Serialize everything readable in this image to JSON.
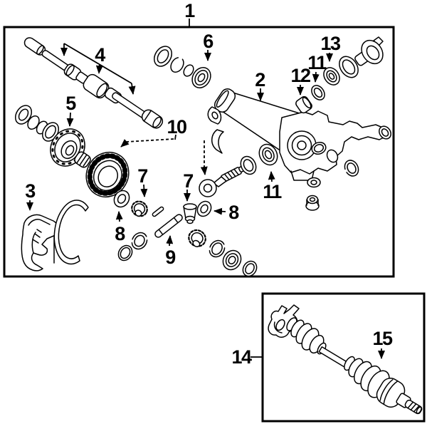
{
  "figure": {
    "background": "#ffffff",
    "ink": "#000000"
  },
  "callouts": {
    "c1": {
      "label": "1"
    },
    "c2": {
      "label": "2"
    },
    "c3": {
      "label": "3"
    },
    "c4": {
      "label": "4"
    },
    "c5": {
      "label": "5"
    },
    "c6": {
      "label": "6"
    },
    "c7a": {
      "label": "7"
    },
    "c7b": {
      "label": "7"
    },
    "c8a": {
      "label": "8"
    },
    "c8b": {
      "label": "8"
    },
    "c9": {
      "label": "9"
    },
    "c10": {
      "label": "10"
    },
    "c11a": {
      "label": "11"
    },
    "c11b": {
      "label": "11"
    },
    "c12": {
      "label": "12"
    },
    "c13": {
      "label": "13"
    },
    "c14": {
      "label": "14"
    },
    "c15": {
      "label": "15"
    }
  }
}
